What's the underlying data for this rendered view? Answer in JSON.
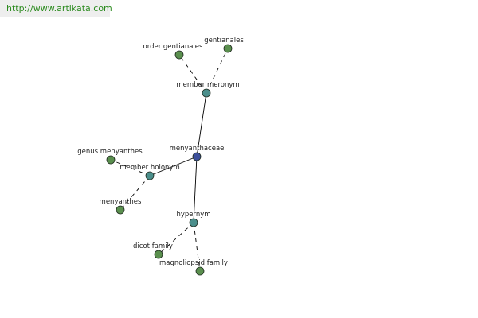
{
  "header": {
    "url_text": "http://www.artikata.com",
    "url_color": "#2b8a1e"
  },
  "graph": {
    "edge_color": "#000000",
    "colors": {
      "root": "#3c4f9a",
      "relation": "#4b8f8c",
      "term": "#5a8f4e"
    },
    "nodes": [
      {
        "id": "menyanthaceae",
        "label": "menyanthaceae",
        "kind": "root"
      },
      {
        "id": "member-meronym",
        "label": "member meronym",
        "kind": "relation"
      },
      {
        "id": "member-holonym",
        "label": "member holonym",
        "kind": "relation"
      },
      {
        "id": "hypernym",
        "label": "hypernym",
        "kind": "relation"
      },
      {
        "id": "order-gentianales",
        "label": "order gentianales",
        "kind": "term"
      },
      {
        "id": "gentianales",
        "label": "gentianales",
        "kind": "term"
      },
      {
        "id": "genus-menyanthes",
        "label": "genus menyanthes",
        "kind": "term"
      },
      {
        "id": "menyanthes",
        "label": "menyanthes",
        "kind": "term"
      },
      {
        "id": "dicot-family",
        "label": "dicot family",
        "kind": "term"
      },
      {
        "id": "magnoliopsid-family",
        "label": "magnoliopsid family",
        "kind": "term"
      }
    ],
    "edges": [
      {
        "from": "menyanthaceae",
        "to": "member-meronym",
        "style": "solid"
      },
      {
        "from": "menyanthaceae",
        "to": "member-holonym",
        "style": "solid"
      },
      {
        "from": "menyanthaceae",
        "to": "hypernym",
        "style": "solid"
      },
      {
        "from": "member-meronym",
        "to": "order-gentianales",
        "style": "dashed"
      },
      {
        "from": "member-meronym",
        "to": "gentianales",
        "style": "dashed"
      },
      {
        "from": "member-holonym",
        "to": "genus-menyanthes",
        "style": "dashed"
      },
      {
        "from": "member-holonym",
        "to": "menyanthes",
        "style": "dashed"
      },
      {
        "from": "hypernym",
        "to": "dicot-family",
        "style": "dashed"
      },
      {
        "from": "hypernym",
        "to": "magnoliopsid-family",
        "style": "dashed"
      }
    ]
  }
}
